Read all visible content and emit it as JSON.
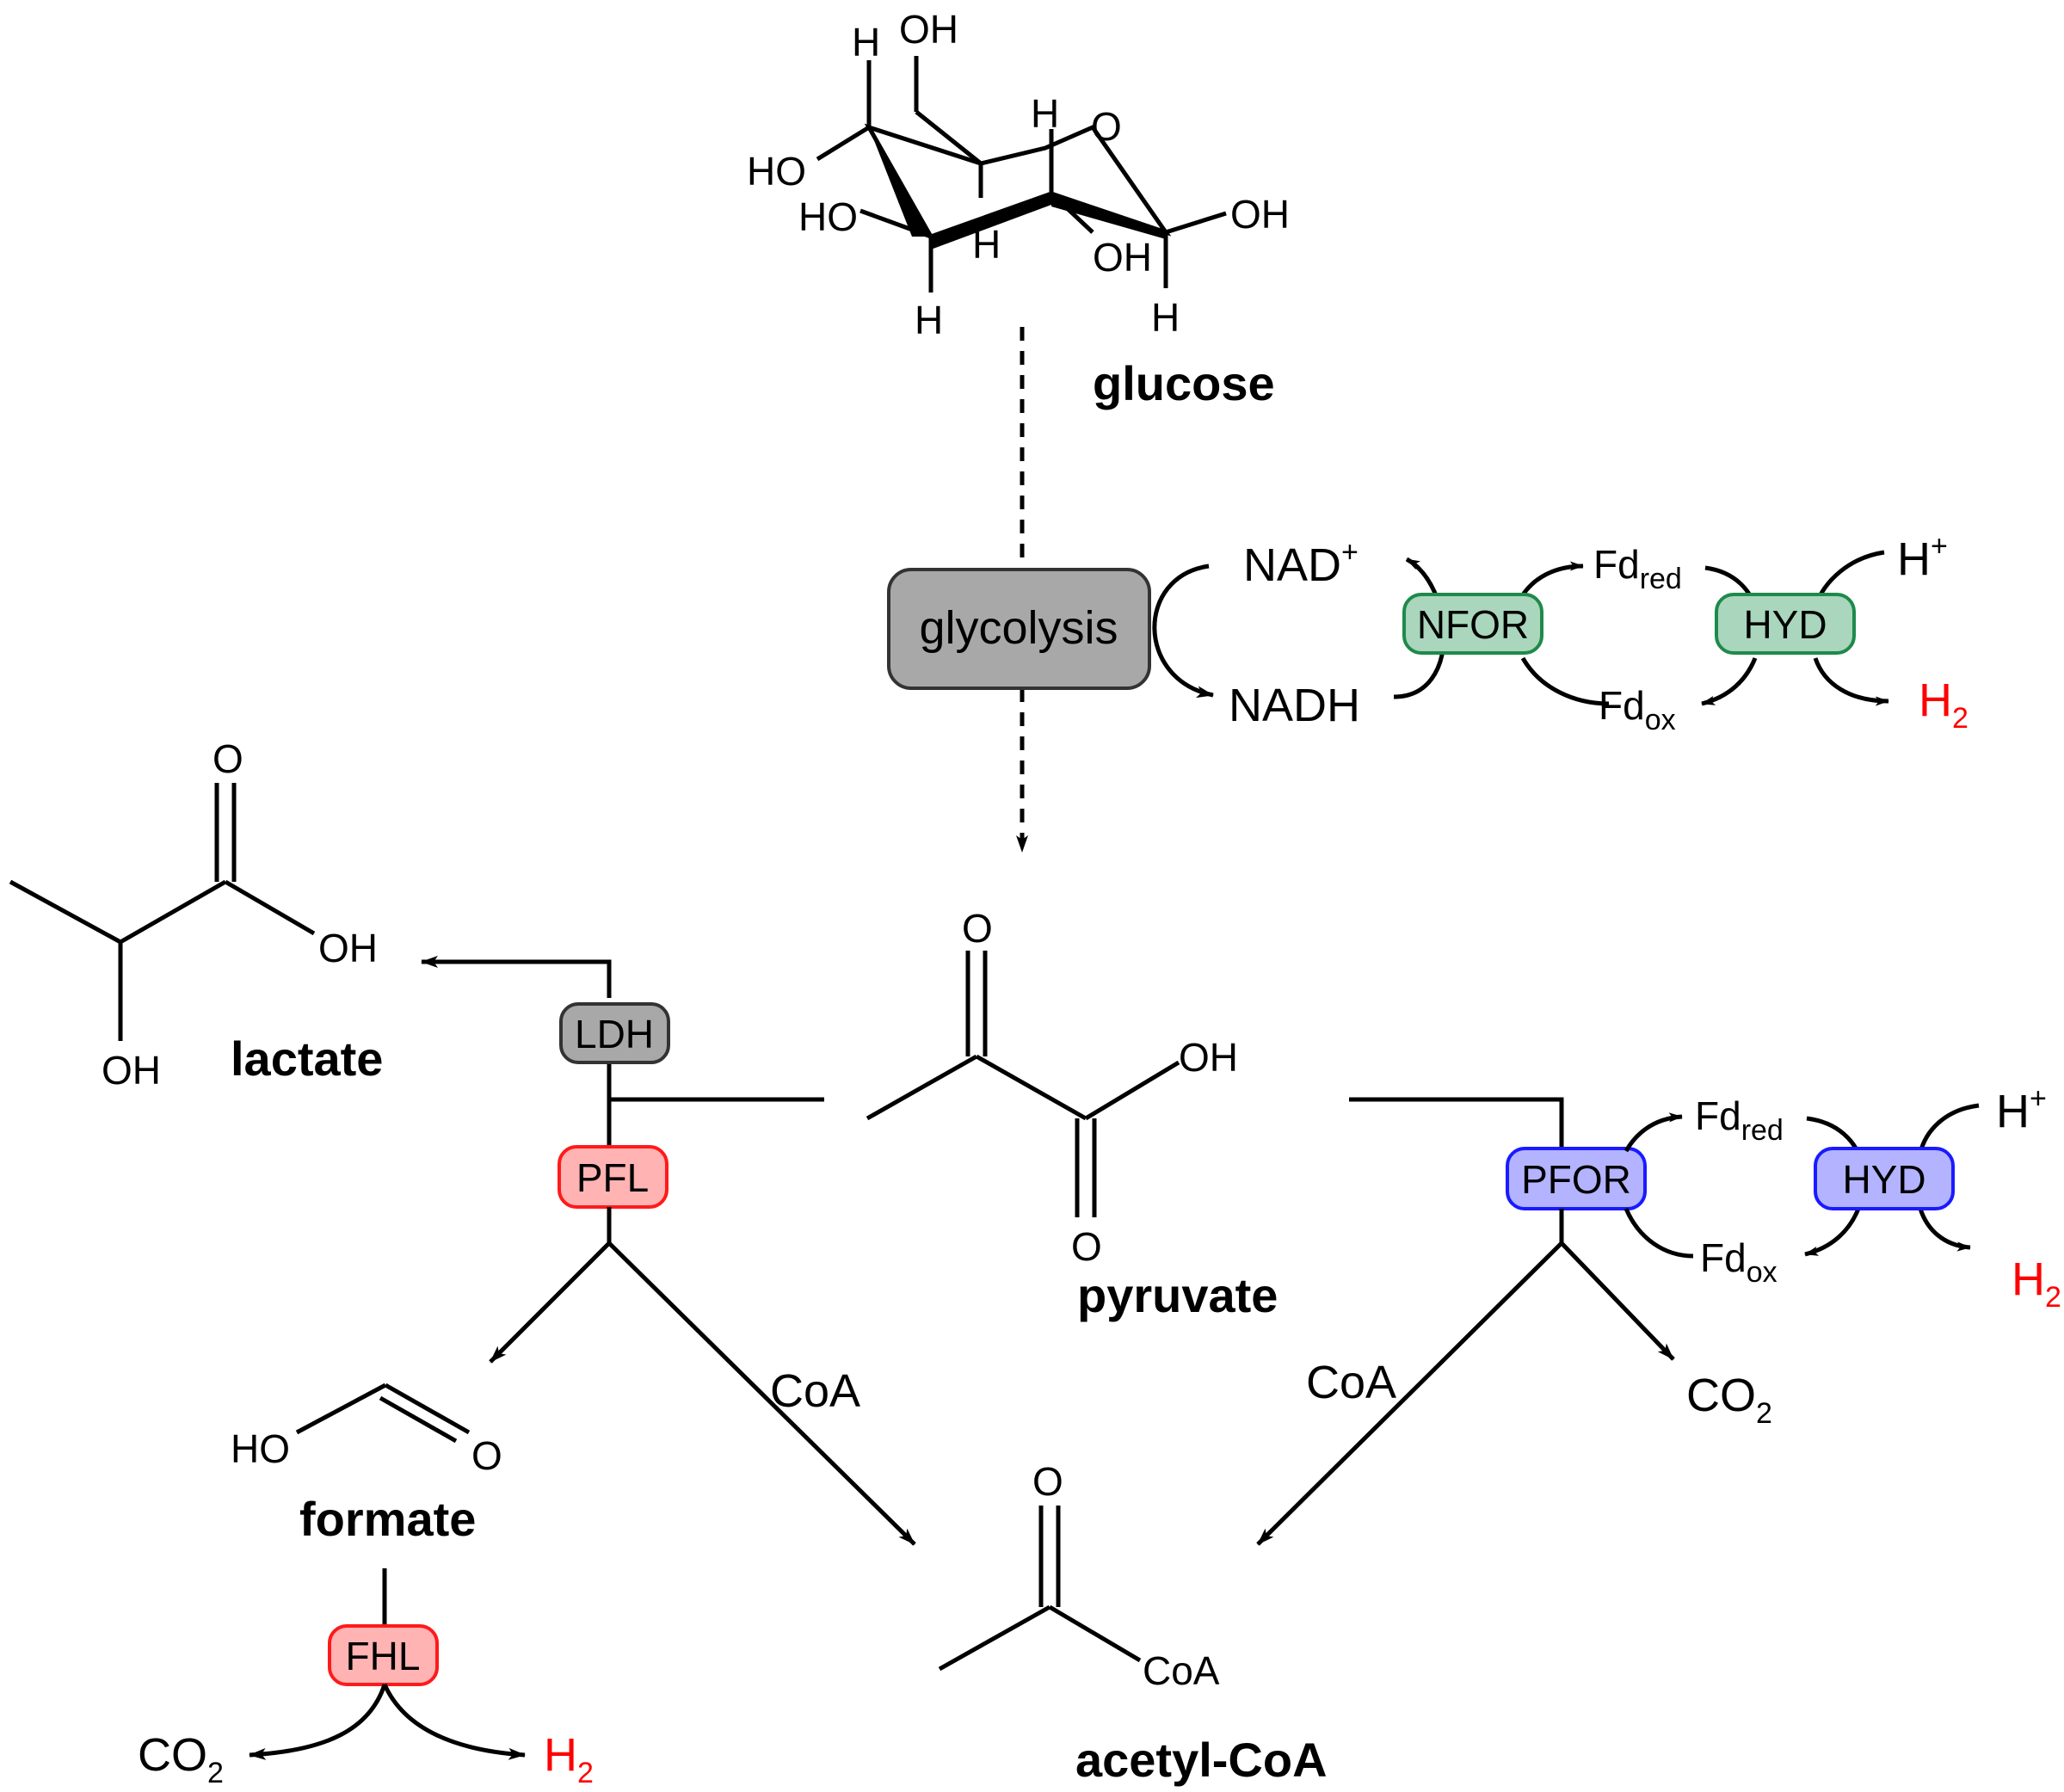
{
  "colors": {
    "gray_fill": "#a8a8a8",
    "gray_stroke": "#333333",
    "green_fill": "#a9d6bc",
    "green_stroke": "#1e8a4a",
    "red_fill": "#ffb3b3",
    "red_stroke": "#ff1a1a",
    "blue_fill": "#b3b3ff",
    "blue_stroke": "#1a1aff",
    "h2_color": "#ff0000"
  },
  "compounds": {
    "glucose": "glucose",
    "pyruvate": "pyruvate",
    "lactate": "lactate",
    "formate": "formate",
    "acetyl_coa": "acetyl-CoA"
  },
  "atoms": {
    "OH": "OH",
    "HO": "HO",
    "H": "H",
    "O": "O",
    "CoA": "CoA"
  },
  "enzymes": {
    "glycolysis": "glycolysis",
    "nfor": "NFOR",
    "hyd": "HYD",
    "ldh": "LDH",
    "pfl": "PFL",
    "pfor": "PFOR",
    "fhl": "FHL"
  },
  "cofactors": {
    "nad": "NAD",
    "nad_sup": "+",
    "nadh": "NADH",
    "fd": "Fd",
    "red_sub": "red",
    "ox_sub": "ox",
    "h": "H",
    "h_sup": "+",
    "h2": "H",
    "h2_sub": "2",
    "co2": "CO",
    "co2_sub": "2",
    "coa": "CoA"
  }
}
